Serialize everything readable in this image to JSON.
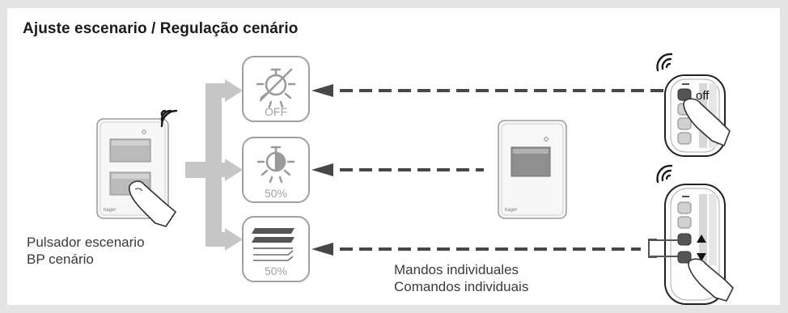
{
  "title": "Ajuste escenario / Regulação cenário",
  "left_device": {
    "label_line1": "Pulsador escenario",
    "label_line2": "BP cenário",
    "brand": "hager"
  },
  "center_device": {
    "brand": "hager"
  },
  "remotes": {
    "label_line1": "Mandos individuales",
    "label_line2": "Comandos individuais",
    "off_label": "off"
  },
  "scenes": [
    {
      "label": "OFF",
      "icon": "light-off-icon"
    },
    {
      "label": "50%",
      "icon": "dimmed-light-icon"
    },
    {
      "label": "50%",
      "icon": "blinds-icon"
    }
  ],
  "colors": {
    "arrow": "#474747",
    "branch": "#c6c6c6",
    "border": "#9a9a9a"
  }
}
